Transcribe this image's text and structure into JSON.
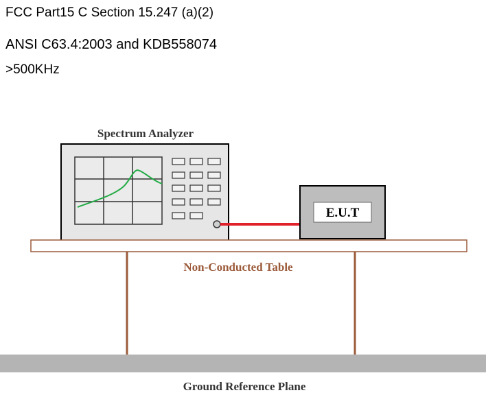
{
  "header": {
    "line1": "FCC Part15 C Section 15.247 (a)(2)",
    "line2": "ANSI C63.4:2003 and KDB558074",
    "line3": ">500KHz"
  },
  "diagram": {
    "analyzer_label": "Spectrum Analyzer",
    "eut_label": "E.U.T",
    "table_label": "Non-Conducted Table",
    "ground_label": "Ground Reference Plane"
  },
  "colors": {
    "cable": "#e0202a",
    "trace": "#22aa44",
    "table": "#9b5a3a",
    "ground": "#b4b4b4",
    "analyzer_body": "#e6e6e6",
    "eut_body": "#bdbdbd"
  }
}
